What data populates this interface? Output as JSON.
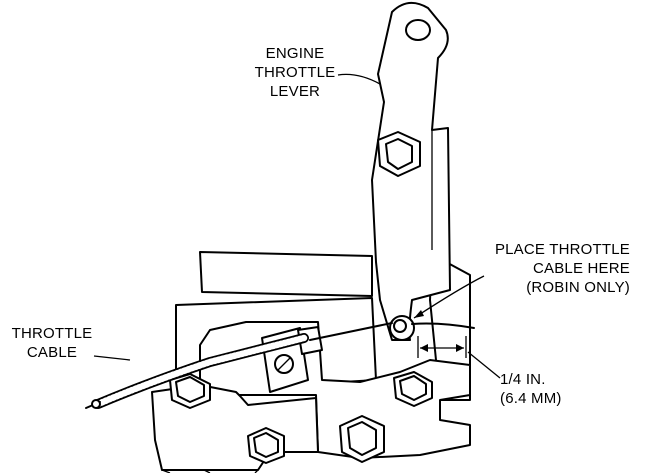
{
  "labels": {
    "engine_throttle_lever": [
      "ENGINE",
      "THROTTLE",
      "LEVER"
    ],
    "place_throttle_cable": [
      "PLACE THROTTLE",
      "CABLE HERE",
      "(ROBIN ONLY)"
    ],
    "throttle_cable": [
      "THROTTLE",
      "CABLE"
    ],
    "measurement": [
      "1/4 IN.",
      "(6.4 MM)"
    ]
  },
  "colors": {
    "ink": "#000000",
    "paper": "#ffffff"
  }
}
